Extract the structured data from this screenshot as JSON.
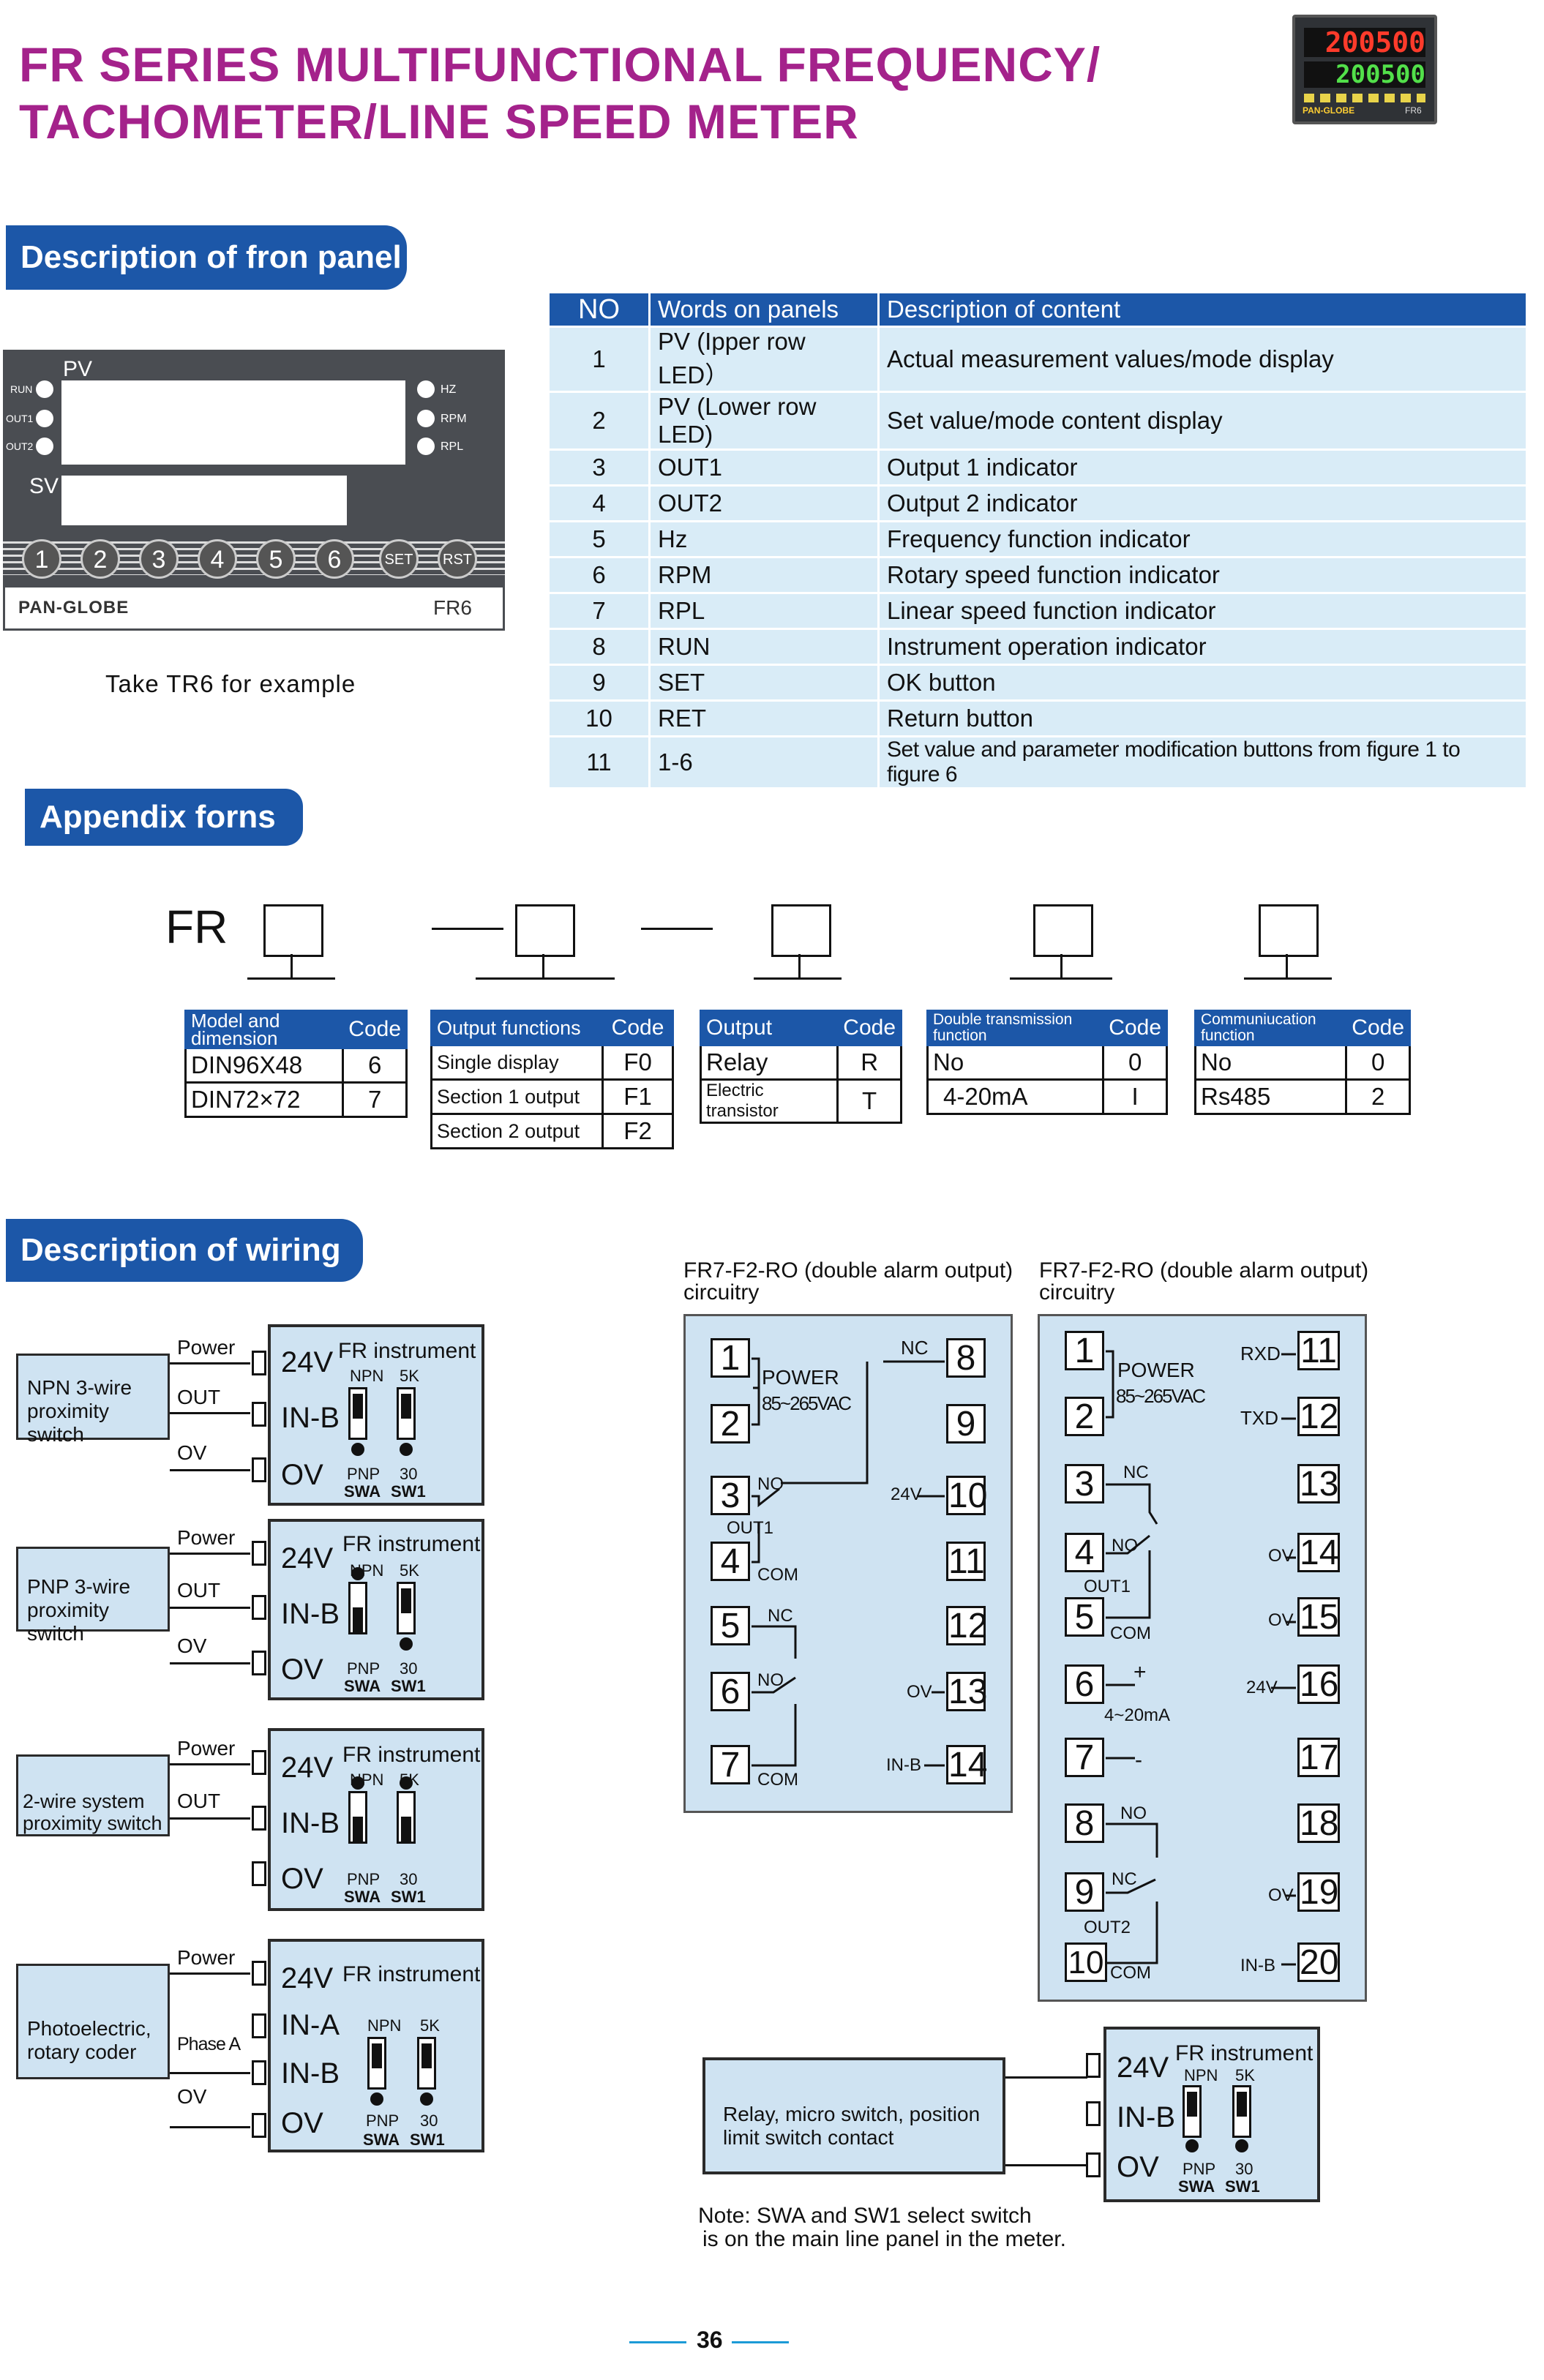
{
  "title": {
    "line1": "FR SERIES MULTIFUNCTIONAL FREQUENCY/",
    "line2": "TACHOMETER/LINE SPEED METER"
  },
  "product_image": {
    "pv_value": "200500",
    "sv_value": "200500",
    "brand": "PAN-GLOBE",
    "model": "FR6"
  },
  "sections": {
    "front_panel": "Description of fron panel",
    "appendix": "Appendix forns",
    "wiring": "Description of wiring"
  },
  "panel": {
    "pv_label": "PV",
    "sv_label": "SV",
    "left_indicators": [
      "RUN",
      "OUT1",
      "OUT2"
    ],
    "right_indicators": [
      "HZ",
      "RPM",
      "RPL"
    ],
    "buttons": [
      "1",
      "2",
      "3",
      "4",
      "5",
      "6",
      "SET",
      "RST"
    ],
    "brand": "PAN-GLOBE",
    "model": "FR6",
    "caption": "Take TR6 for example"
  },
  "panel_table": {
    "headers": [
      "NO",
      "Words on panels",
      "Description of content"
    ],
    "rows": [
      [
        "1",
        "PV (Ipper row LED）",
        "Actual measurement values/mode display"
      ],
      [
        "2",
        "PV (Lower row LED)",
        "Set value/mode content display"
      ],
      [
        "3",
        "OUT1",
        "Output 1 indicator"
      ],
      [
        "4",
        "OUT2",
        "Output 2 indicator"
      ],
      [
        "5",
        "Hz",
        "Frequency function indicator"
      ],
      [
        "6",
        "RPM",
        "Rotary speed function indicator"
      ],
      [
        "7",
        "RPL",
        "Linear speed function indicator"
      ],
      [
        "8",
        "RUN",
        "Instrument operation indicator"
      ],
      [
        "9",
        "SET",
        "OK button"
      ],
      [
        "10",
        "RET",
        "Return button"
      ],
      [
        "11",
        "1-6",
        "Set value and parameter modification buttons from figure 1 to figure 6"
      ]
    ]
  },
  "appendix": {
    "prefix": "FR",
    "tables": [
      {
        "headers": [
          "Model and dimension",
          "Code"
        ],
        "rows": [
          [
            "DIN96X48",
            "6"
          ],
          [
            "DIN72×72",
            "7"
          ]
        ]
      },
      {
        "headers": [
          "Output functions",
          "Code"
        ],
        "rows": [
          [
            "Single display",
            "F0"
          ],
          [
            "Section 1 output",
            "F1"
          ],
          [
            "Section 2 output",
            "F2"
          ]
        ]
      },
      {
        "headers": [
          "Output",
          "Code"
        ],
        "rows": [
          [
            "Relay",
            "R"
          ],
          [
            "Electric transistor",
            "T"
          ]
        ]
      },
      {
        "headers": [
          "Double transmission function",
          "Code"
        ],
        "rows": [
          [
            "No",
            "0"
          ],
          [
            "4-20mA",
            "I"
          ]
        ]
      },
      {
        "headers": [
          "Communiucation function",
          "Code"
        ],
        "rows": [
          [
            "No",
            "0"
          ],
          [
            "Rs485",
            "2"
          ]
        ]
      }
    ]
  },
  "wiring": {
    "sensors": [
      {
        "name": "NPN 3-wire proximity switch",
        "lines": [
          "Power",
          "OUT",
          "OV"
        ],
        "terminals": [
          "24V",
          "IN-B",
          "OV"
        ]
      },
      {
        "name": "PNP 3-wire proximity switch",
        "lines": [
          "Power",
          "OUT",
          "OV"
        ],
        "terminals": [
          "24V",
          "IN-B",
          "OV"
        ]
      },
      {
        "name": "2-wire system proximity switch",
        "lines": [
          "Power",
          "OUT"
        ],
        "terminals": [
          "24V",
          "IN-B",
          "OV"
        ]
      },
      {
        "name": "Photoelectric, rotary coder",
        "lines": [
          "Power",
          "Phase A",
          "OV"
        ],
        "terminals": [
          "24V",
          "IN-A",
          "IN-B",
          "OV"
        ]
      }
    ],
    "instrument_label": "FR instrument",
    "switch_labels": {
      "npn": "NPN",
      "k5": "5K",
      "pnp": "PNP",
      "k30": "30",
      "swa": "SWA",
      "sw1": "SW1"
    },
    "diagram1": {
      "title": "FR7-F2-RO (double alarm output) circuitry",
      "left": [
        "1",
        "2",
        "3",
        "4",
        "5",
        "6",
        "7"
      ],
      "right": [
        "8",
        "9",
        "10",
        "11",
        "12",
        "13",
        "14"
      ],
      "labels": {
        "power": "POWER",
        "vac": "85~265VAC",
        "nc": "NC",
        "no": "NO",
        "out1": "OUT1",
        "com": "COM",
        "v24": "24V",
        "ov": "OV",
        "inb": "IN-B"
      }
    },
    "diagram2": {
      "title": "FR7-F2-RO (double alarm output) circuitry",
      "left": [
        "1",
        "2",
        "3",
        "4",
        "5",
        "6",
        "7",
        "8",
        "9",
        "10"
      ],
      "right": [
        "11",
        "12",
        "13",
        "14",
        "15",
        "16",
        "17",
        "18",
        "19",
        "20"
      ],
      "labels": {
        "power": "POWER",
        "vac": "85~265VAC",
        "rxd": "RXD",
        "txd": "TXD",
        "nc": "NC",
        "no": "NO",
        "out1": "OUT1",
        "out2": "OUT2",
        "com": "COM",
        "plus": "+",
        "minus": "-",
        "ma": "4~20mA",
        "ov": "OV",
        "v24": "24V",
        "inb": "IN-B"
      }
    },
    "relay_box": "Relay, micro switch, position limit switch contact",
    "note": [
      "Note: SWA and SW1 select switch",
      "is on the main line panel in the meter."
    ]
  },
  "page_number": "36"
}
